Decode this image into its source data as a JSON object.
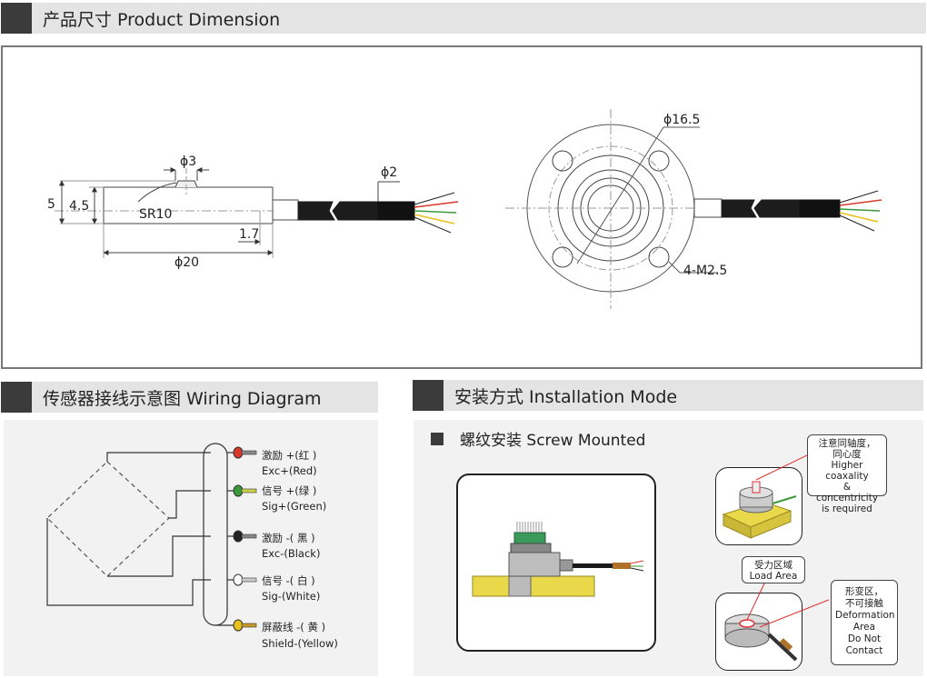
{
  "sections": {
    "dimension": {
      "title": "产品尺寸 Product Dimension"
    },
    "wiring": {
      "title": "传感器接线示意图 Wiring Diagram"
    },
    "installation": {
      "title": "安装方式 Installation Mode",
      "subtitle": "螺纹安装 Screw Mounted"
    }
  },
  "dimensions": {
    "side": {
      "dia_button": "ϕ3",
      "height_total": "5",
      "height_body": "4.5",
      "sphere_radius": "SR10",
      "offset": "1.7",
      "dia_body": "ϕ20",
      "dia_cable": "ϕ2"
    },
    "top": {
      "dia_flange": "ϕ16.5",
      "holes": "4-M2.5"
    }
  },
  "wiring": {
    "wires": [
      {
        "cn": "激励 +(红 )",
        "en": "Exc+(Red)",
        "color": "#d83a2a"
      },
      {
        "cn": "信号 +(绿 )",
        "en": "Sig+(Green)",
        "color": "#3a9a3a"
      },
      {
        "cn": "激励 -( 黑 )",
        "en": "Exc-(Black)",
        "color": "#222222"
      },
      {
        "cn": "信号 -( 白 )",
        "en": "Sig-(White)",
        "color": "#ffffff"
      },
      {
        "cn": "屏蔽线 -( 黄 )",
        "en": "Shield-(Yellow)",
        "color": "#e8c21a"
      }
    ]
  },
  "installation": {
    "callouts": {
      "coaxiality": [
        "注意同轴度，",
        "同心度",
        "Higher coaxality",
        "& concentricity",
        "is required"
      ],
      "load_area": [
        "受力区域",
        "Load Area"
      ],
      "deformation": [
        "形变区，",
        "不可接触",
        "Deformation",
        "Area",
        "Do Not",
        "Contact"
      ]
    }
  },
  "colors": {
    "header_bg": "#e4e4e4",
    "header_square": "#3b3b3b",
    "panel_grey": "#f2f2f2",
    "mount_yellow": "#e8d84a"
  }
}
